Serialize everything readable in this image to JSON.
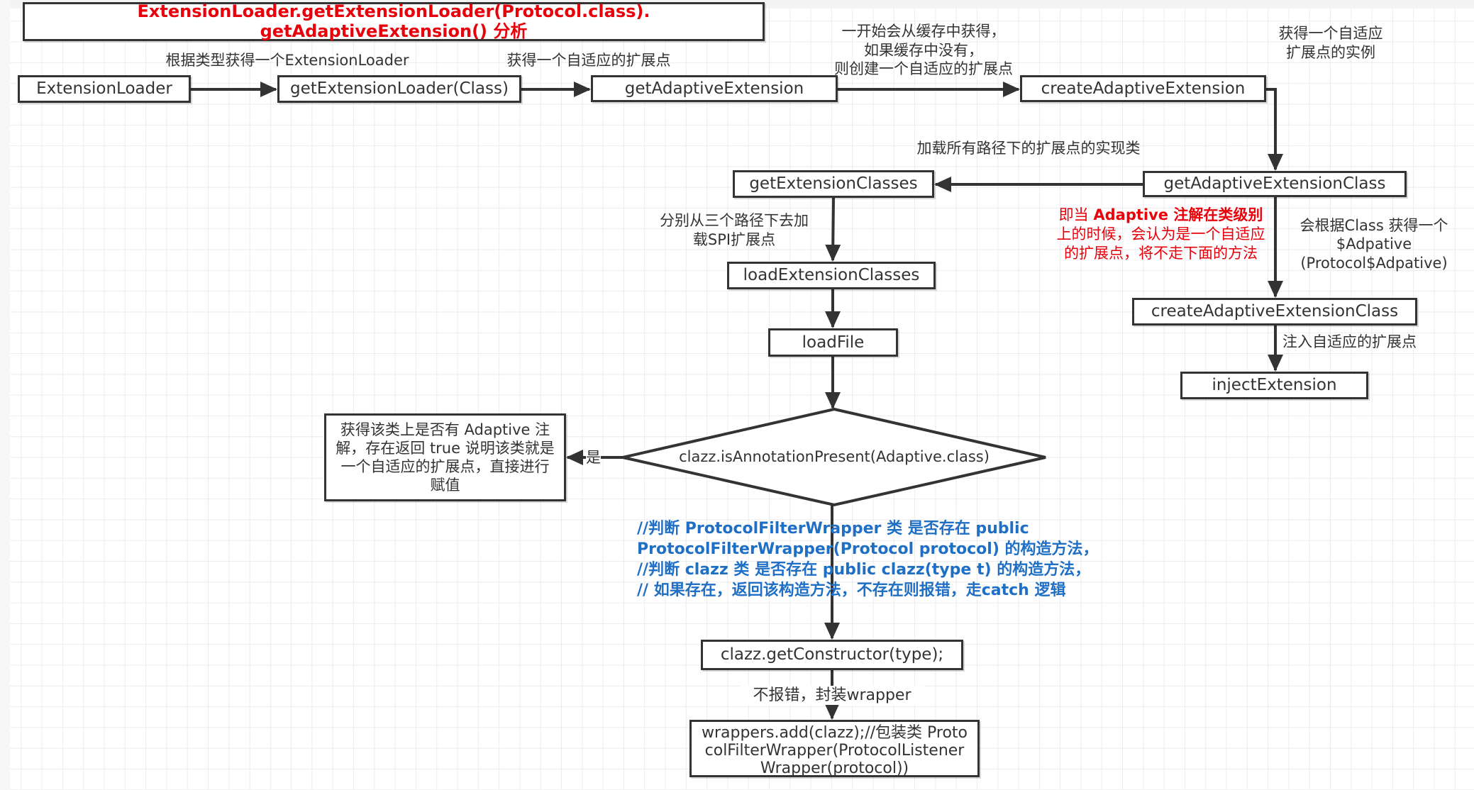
{
  "title": "ExtensionLoader.getExtensionLoader(Protocol.class). getAdaptiveExtension() 分析",
  "nodes": {
    "extension_loader": "ExtensionLoader",
    "get_extension_loader": "getExtensionLoader(Class)",
    "get_adaptive_extension": "getAdaptiveExtension",
    "create_adaptive_extension": "createAdaptiveExtension",
    "get_adaptive_extension_class": "getAdaptiveExtensionClass",
    "get_extension_classes": "getExtensionClasses",
    "load_extension_classes": "loadExtensionClasses",
    "load_file": "loadFile",
    "create_adaptive_extension_class": "createAdaptiveExtensionClass",
    "inject_extension": "injectExtension",
    "is_annotation_present": "clazz.isAnnotationPresent(Adaptive.class)",
    "adaptive_result": "获得该类上是否有 Adaptive 注解，存在返回 true 说明该类就是一个自适应的扩展点，直接进行赋值",
    "get_constructor": "clazz.getConstructor(type);",
    "wrappers_add": "wrappers.add(clazz);//包装类 ProtocolFilterWrapper(ProtocolListenerWrapper(protocol))"
  },
  "labels": {
    "by_type": "根据类型获得一个ExtensionLoader",
    "get_adaptive": "获得一个自适应的扩展点",
    "cache_1": "一开始会从缓存中获得，",
    "cache_2": "如果缓存中没有，",
    "cache_3": "则创建一个自适应的扩展点",
    "instance_1": "获得一个自适应",
    "instance_2": "扩展点的实例",
    "load_all": "加载所有路径下的扩展点的实现类",
    "three_paths_1": "分别从三个路径下去加",
    "three_paths_2": "载SPI扩展点",
    "red_note_bold_1": "Adaptive 注解在类级",
    "red_note_prefix": "即当 ",
    "red_note_bold_2": "别",
    "red_note_rest": "上的时候，会认为是一个自适应的扩展点，将不走下面的方法",
    "by_class_1": "会根据Class 获得一个",
    "by_class_2": "$Adpative",
    "by_class_3": "(Protocol$Adpative)",
    "inject": "注入自适应的扩展点",
    "yes": "是",
    "no_error": "不报错，封装wrapper"
  },
  "comment_lines": [
    "//判断 ProtocolFilterWrapper 类 是否存在 public",
    "ProtocolFilterWrapper(Protocol protocol) 的构造方法，",
    "//判断 clazz 类 是否存在 public clazz(type t) 的构造方法，",
    "// 如果存在，返回该构造方法，不存在则报错，走catch 逻辑"
  ],
  "colors": {
    "title": "#e8000b",
    "red_note": "#e8000b",
    "comment": "#1f6fc5",
    "stroke": "#333333"
  }
}
